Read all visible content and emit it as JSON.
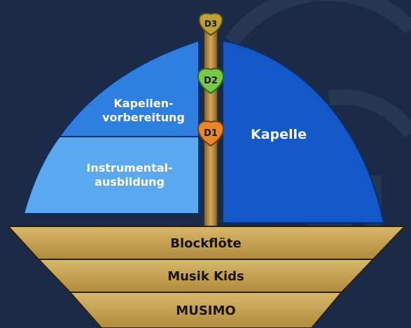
{
  "sails": {
    "upper_left": "Kapellen-\nvorbereitung",
    "lower_left": "Instrumental-\nausbildung",
    "right": "Kapelle"
  },
  "levels": [
    "D3",
    "D2",
    "D1"
  ],
  "hull": {
    "tiers": [
      "Blockflöte",
      "Musik Kids",
      "MUSIMO"
    ]
  },
  "colors": {
    "background": "#1a2a47",
    "sail_upper_left": "#2f7fe0",
    "sail_lower_left": "#5aa8f0",
    "sail_right": "#1457c6",
    "hull": "#c9a85a",
    "mast": "#b88a3a",
    "badge_d3": "#b9a23a",
    "badge_d2": "#7ac84a",
    "badge_d1": "#e8862a"
  }
}
